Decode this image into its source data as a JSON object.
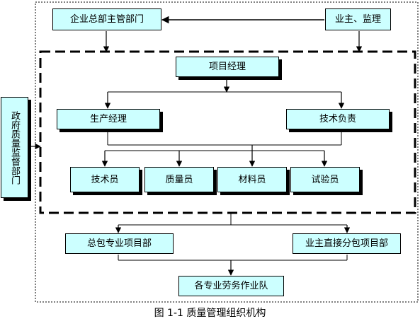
{
  "diagram": {
    "nodes": {
      "hq_dept": "企业总部主管部门",
      "owner_supervisor": "业主、监理",
      "gov_quality": "政府质量监督部门",
      "pm": "项目经理",
      "prod_mgr": "生产经理",
      "tech_lead": "技术负责",
      "technician": "技术员",
      "quality_officer": "质量员",
      "material_officer": "材料员",
      "test_officer": "试验员",
      "general_contract_dept": "总包专业项目部",
      "owner_sub_dept": "业主直接分包项目部",
      "labor_teams": "各专业劳务作业队"
    },
    "caption": "图 1-1  质量管理组织机构",
    "colors": {
      "box_fill": "#ccffff",
      "line": "#000000"
    }
  }
}
